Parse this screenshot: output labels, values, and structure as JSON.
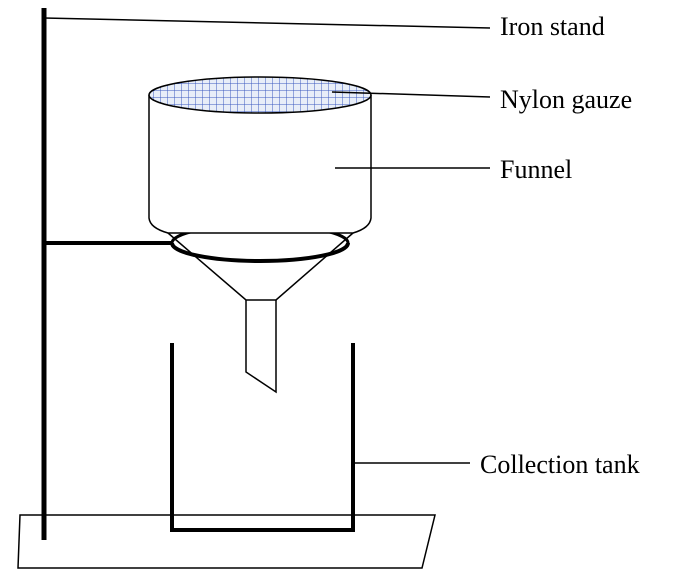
{
  "labels": {
    "iron_stand": "Iron stand",
    "nylon_gauze": "Nylon gauze",
    "funnel": "Funnel",
    "collection_tank": "Collection tank"
  },
  "colors": {
    "stroke": "#000000",
    "gauze_fill": "#e8eef8",
    "gauze_grid": "#3b5bbf",
    "background": "#ffffff"
  }
}
